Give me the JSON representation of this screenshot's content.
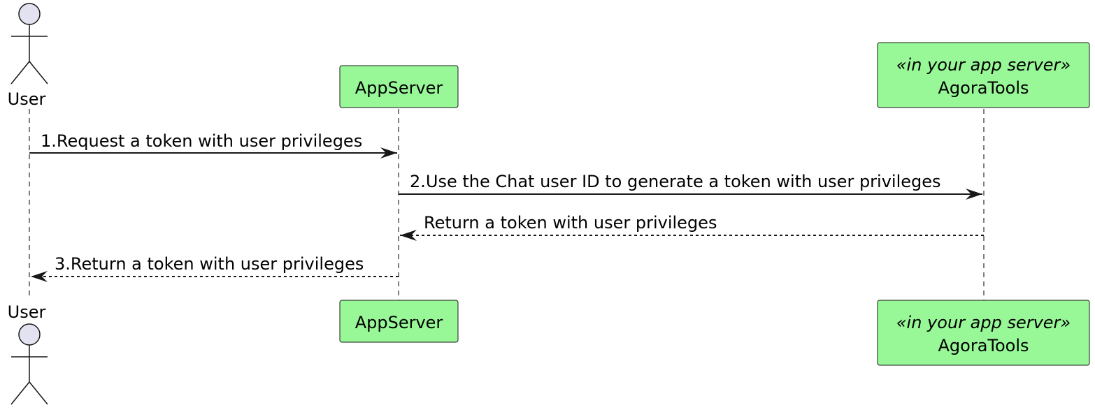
{
  "participants": {
    "user": {
      "name": "User",
      "kind": "actor"
    },
    "app_server": {
      "name": "AppServer",
      "kind": "participant"
    },
    "agora_tools": {
      "stereotype": "«in your app server»",
      "name": "AgoraTools",
      "kind": "participant"
    }
  },
  "messages": [
    {
      "from": "User",
      "to": "AppServer",
      "label": "1.Request a token with user privileges",
      "style": "solid"
    },
    {
      "from": "AppServer",
      "to": "AgoraTools",
      "label": "2.Use the Chat user ID to generate a token with user privileges",
      "style": "solid"
    },
    {
      "from": "AgoraTools",
      "to": "AppServer",
      "label": "Return a token with user privileges",
      "style": "dashed"
    },
    {
      "from": "AppServer",
      "to": "User",
      "label": "3.Return a token with user privileges",
      "style": "dashed"
    }
  ],
  "colors": {
    "participant_fill": "#98f898",
    "actor_fill": "#e2e2f0",
    "line": "#181818",
    "lifeline": "#555555"
  }
}
